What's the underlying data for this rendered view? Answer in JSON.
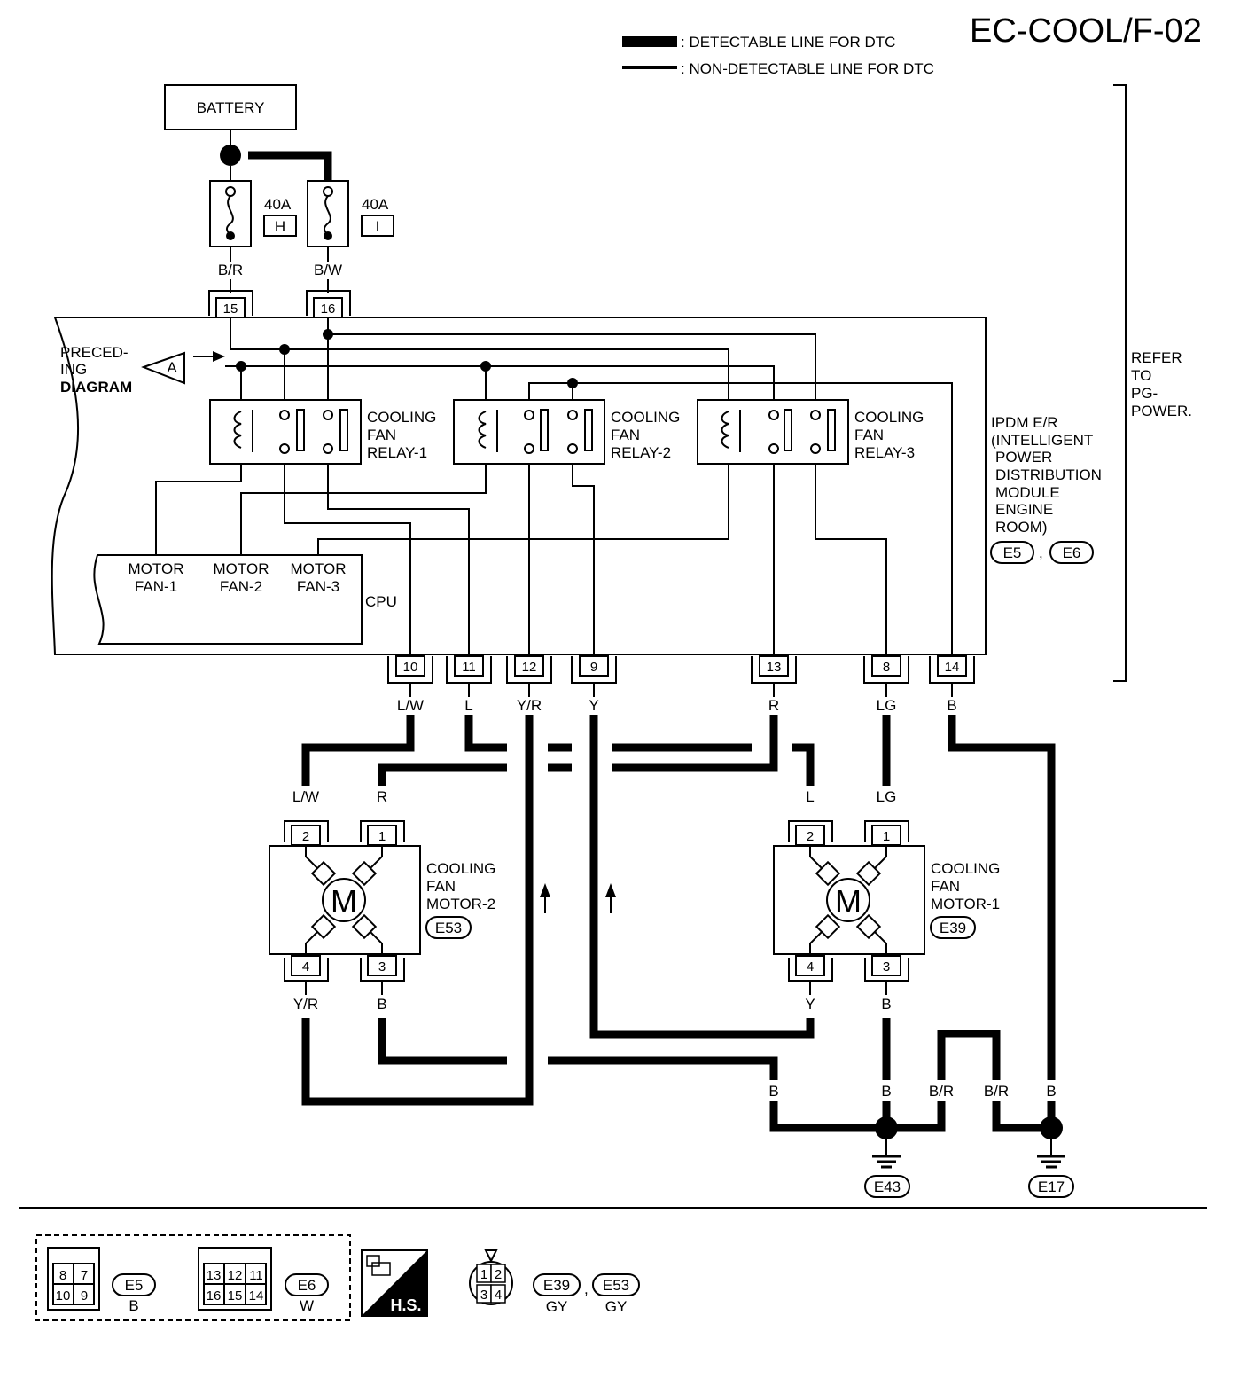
{
  "title": "EC-COOL/F-02",
  "legend": {
    "detectable": ": DETECTABLE LINE FOR DTC",
    "non_detectable": ": NON-DETECTABLE LINE FOR DTC"
  },
  "battery": "BATTERY",
  "fuses": [
    {
      "rating": "40A",
      "id": "H"
    },
    {
      "rating": "40A",
      "id": "I"
    }
  ],
  "wires_top": [
    "B/R",
    "B/W"
  ],
  "ipdm_terminals_top": [
    "15",
    "16"
  ],
  "preceding": {
    "line1": "PRECED-",
    "line2": "ING",
    "line3": "DIAGRAM",
    "connector": "A"
  },
  "relays": [
    {
      "line1": "COOLING",
      "line2": "FAN",
      "line3": "RELAY-1"
    },
    {
      "line1": "COOLING",
      "line2": "FAN",
      "line3": "RELAY-2"
    },
    {
      "line1": "COOLING",
      "line2": "FAN",
      "line3": "RELAY-3"
    }
  ],
  "ipdm": {
    "lines": [
      "IPDM E/R",
      "(INTELLIGENT",
      "POWER",
      "DISTRIBUTION",
      "MODULE",
      "ENGINE",
      "ROOM)"
    ],
    "connectors": [
      "E5",
      "E6"
    ],
    "sep": ","
  },
  "refer": {
    "lines": [
      "REFER",
      "TO",
      "PG-",
      "POWER."
    ]
  },
  "cpu": {
    "label": "CPU",
    "motors": [
      {
        "line1": "MOTOR",
        "line2": "FAN-1"
      },
      {
        "line1": "MOTOR",
        "line2": "FAN-2"
      },
      {
        "line1": "MOTOR",
        "line2": "FAN-3"
      }
    ]
  },
  "ipdm_terminals_bottom": [
    {
      "num": "10",
      "wire": "L/W"
    },
    {
      "num": "11",
      "wire": "L"
    },
    {
      "num": "12",
      "wire": "Y/R"
    },
    {
      "num": "9",
      "wire": "Y"
    },
    {
      "num": "13",
      "wire": "R"
    },
    {
      "num": "8",
      "wire": "LG"
    },
    {
      "num": "14",
      "wire": "B"
    }
  ],
  "motor2": {
    "lines": [
      "COOLING",
      "FAN",
      "MOTOR-2"
    ],
    "connector": "E53",
    "symbol": "M",
    "pins_top": [
      {
        "num": "2",
        "wire": "L/W"
      },
      {
        "num": "1",
        "wire": "R"
      }
    ],
    "pins_bottom": [
      {
        "num": "4",
        "wire": "Y/R"
      },
      {
        "num": "3",
        "wire": "B"
      }
    ]
  },
  "motor1": {
    "lines": [
      "COOLING",
      "FAN",
      "MOTOR-1"
    ],
    "connector": "E39",
    "symbol": "M",
    "pins_top": [
      {
        "num": "2",
        "wire": "L"
      },
      {
        "num": "1",
        "wire": "LG"
      }
    ],
    "pins_bottom": [
      {
        "num": "4",
        "wire": "Y"
      },
      {
        "num": "3",
        "wire": "B"
      }
    ]
  },
  "ground_wires": [
    "B",
    "B",
    "B/R",
    "B/R",
    "B"
  ],
  "grounds": [
    "E43",
    "E17"
  ],
  "footer": {
    "e5": {
      "pins": [
        "8",
        "7",
        "10",
        "9"
      ],
      "id": "E5",
      "color": "B"
    },
    "e6": {
      "pins": [
        "13",
        "12",
        "11",
        "16",
        "15",
        "14"
      ],
      "id": "E6",
      "color": "W"
    },
    "hs": "H.S.",
    "motor_conn": {
      "pins": [
        "1",
        "2",
        "3",
        "4"
      ],
      "ids": [
        "E39",
        "E53"
      ],
      "colors": [
        "GY",
        "GY"
      ],
      "sep": ","
    }
  }
}
